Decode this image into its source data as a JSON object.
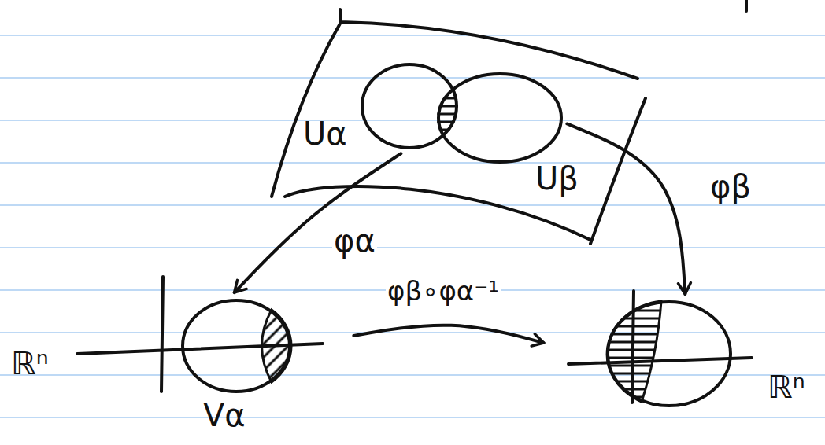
{
  "diagram": {
    "nodes": [
      {
        "text": [
          "Uα"
        ]
      },
      {
        "text": [
          "Uβ"
        ]
      },
      {
        "text": [
          "Vα"
        ]
      },
      {
        "text": [
          "ℝⁿ"
        ]
      }
    ],
    "edges": [
      {
        "from": 0,
        "to": 2,
        "label": "φα",
        "arrow": "to"
      },
      {
        "from": 1,
        "to": 3,
        "label": "φβ",
        "arrow": "to"
      },
      {
        "from": 2,
        "to": 3,
        "label": "φβ∘φα⁻¹",
        "arrow": "to"
      }
    ],
    "labels": [
      "ℝⁿ"
    ]
  }
}
